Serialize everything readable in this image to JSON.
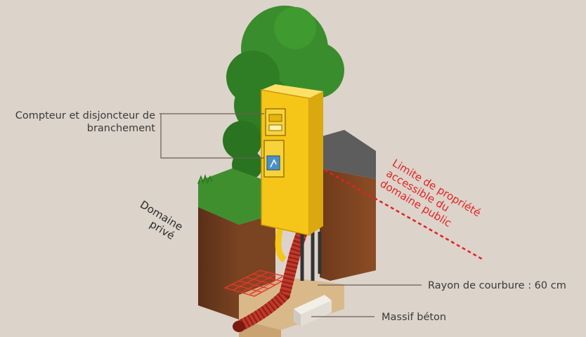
{
  "labels": {
    "compteur_line1": "Compteur et disjoncteur de",
    "compteur_line2": "branchement",
    "domaine_prive_line1": "Domaine",
    "domaine_prive_line2": "privé",
    "limite_line1": "Limite de propriété",
    "limite_line2": "accessible du",
    "limite_line3": "domaine public",
    "rayon": "Rayon de courbure : 60 cm",
    "massif": "Massif béton"
  },
  "colors": {
    "background": "#dcd3cb",
    "soil": "#6b3a1e",
    "grass": "#3f8f2e",
    "pillar": "#f5c518",
    "property_limit": "#e32222",
    "concrete": "#e8e4dc",
    "sand": "#e2c9a0"
  },
  "icons": {
    "tree": "tree-icon",
    "meter": "meter-icon",
    "breaker": "breaker-icon"
  }
}
